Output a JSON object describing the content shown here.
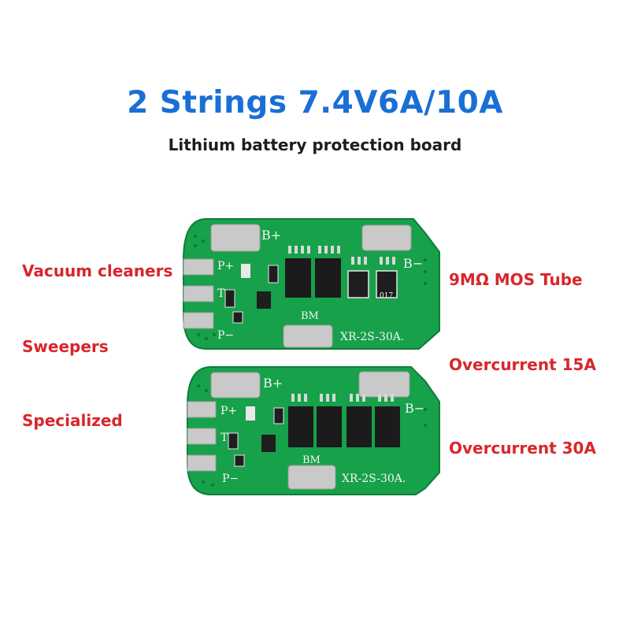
{
  "header": {
    "title": "2 Strings 7.4V6A/10A",
    "subtitle": "Lithium battery protection board"
  },
  "left_labels": [
    "Vacuum cleaners",
    "Sweepers",
    "Specialized"
  ],
  "right_labels": [
    "9MΩ MOS Tube",
    "Overcurrent 15A",
    "Overcurrent 30A"
  ],
  "boards": [
    {
      "pads": [
        "B+",
        "B−",
        "P+",
        "T",
        "P−"
      ],
      "marking": "BM",
      "model": "XR-2S-30A.",
      "component_code": "017"
    },
    {
      "pads": [
        "B+",
        "B−",
        "P+",
        "T",
        "P−"
      ],
      "marking": "BM",
      "model": "XR-2S-30A."
    }
  ],
  "colors": {
    "title": "#1a6fd6",
    "labels": "#d8262b",
    "pcb": "#17a14a"
  }
}
